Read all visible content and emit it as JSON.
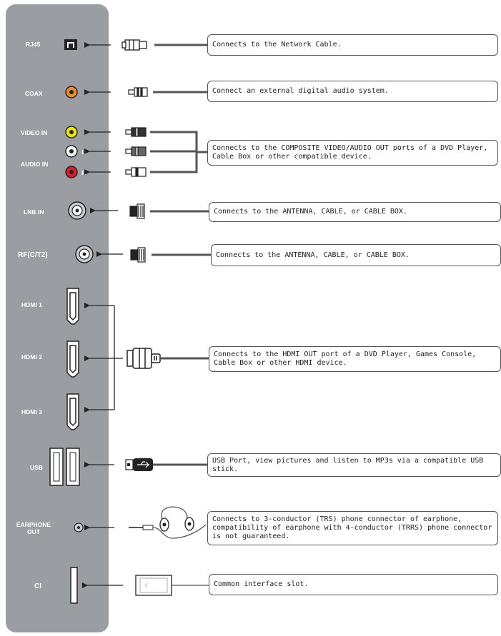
{
  "panel": {
    "labels": {
      "rj45": "RJ45",
      "coax": "COAX",
      "video_in": "VIDEO IN",
      "audio_in": "AUDIO IN",
      "audio_l": "L",
      "audio_r": "R",
      "lnb_in": "LNB IN",
      "rf": "RF(C/T2)",
      "hdmi1": "HDMI 1",
      "hdmi2": "HDMI 2",
      "hdmi3": "HDMI 3",
      "usb": "USB",
      "earphone_out": "EARPHONE OUT",
      "ci": "CI"
    }
  },
  "descriptions": {
    "rj45": "Connects to the Network Cable.",
    "coax": "Connect an external digital audio system.",
    "av": "Connects to the COMPOSITE VIDEO/AUDIO OUT ports of a DVD Player, Cable Box or other compatible device.",
    "lnb": "Connects to the ANTENNA, CABLE, or CABLE BOX.",
    "rf": "Connects to the ANTENNA, CABLE, or CABLE BOX.",
    "hdmi": "Connects to the HDMI OUT port of a DVD Player, Games Console, Cable Box or other HDMI device.",
    "usb": "USB Port, view pictures and listen to MP3s via a compatible USB stick.",
    "earphone": "Connects to 3-conductor (TRS) phone connector of earphone, compatibility of earphone with 4-conductor (TRRS) phone connector is not guaranteed.",
    "ci": "Common interface slot."
  },
  "colors": {
    "panel": "#9a9ea3",
    "coax_port": "#f08a24",
    "video_port": "#f2e600",
    "audio_l_port": "#ffffff",
    "audio_r_port": "#e01b24"
  }
}
